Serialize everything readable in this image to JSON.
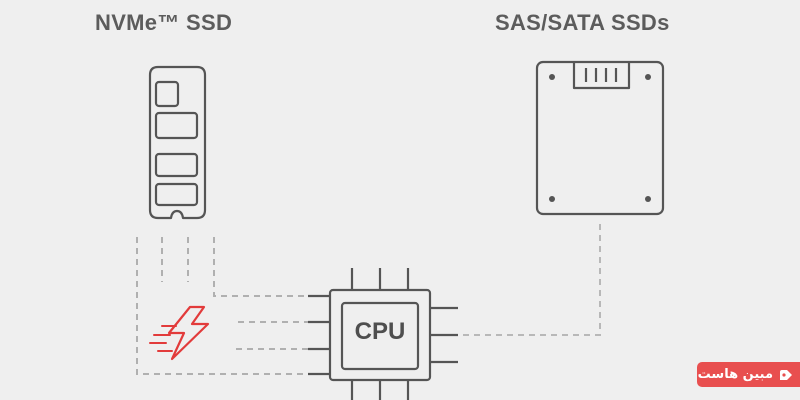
{
  "titles": {
    "nvme": "NVMe™ SSD",
    "sas": "SAS/SATA SSDs"
  },
  "cpu": {
    "label": "CPU"
  },
  "badge": {
    "text": "مبین هاست"
  },
  "colors": {
    "background": "#efefef",
    "line": "#555555",
    "dashed": "#b8b8b8",
    "accent": "#e84f4f"
  },
  "icons": [
    "nvme-ssd-icon",
    "sas-sata-ssd-icon",
    "cpu-chip-icon",
    "speed-lightning-icon",
    "badge-logo-icon"
  ]
}
